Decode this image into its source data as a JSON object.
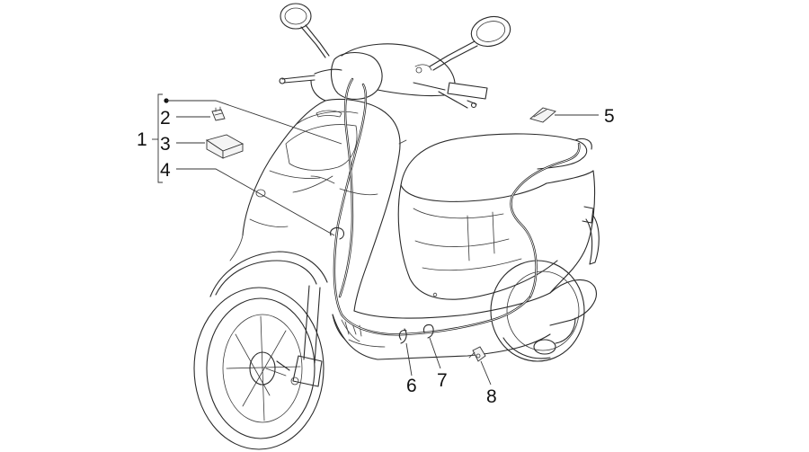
{
  "callouts": {
    "c1": "1",
    "c2": "2",
    "c3": "3",
    "c4": "4",
    "c5": "5",
    "c6": "6",
    "c7": "7",
    "c8": "8"
  },
  "colors": {
    "line": "#2a2a2a",
    "background": "#ffffff"
  }
}
